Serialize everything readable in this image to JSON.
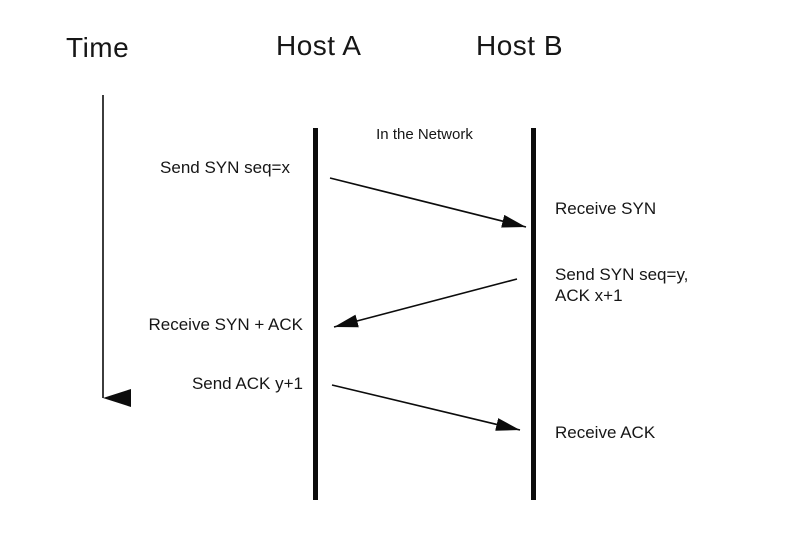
{
  "diagram": {
    "title_semantics": "TCP three-way handshake sequence diagram",
    "time_label": "Time",
    "hosts": {
      "a_label": "Host A",
      "b_label": "Host B"
    },
    "network_label": "In the Network",
    "events": {
      "send_syn": "Send SYN seq=x",
      "receive_syn": "Receive SYN",
      "send_syn_ack_line1": "Send SYN seq=y,",
      "send_syn_ack_line2": "ACK x+1",
      "receive_syn_ack": "Receive SYN + ACK",
      "send_ack": "Send ACK y+1",
      "receive_ack": "Receive ACK"
    },
    "colors": {
      "foreground": "#161616",
      "lifeline": "#0c0c0c",
      "background": "#ffffff"
    }
  }
}
